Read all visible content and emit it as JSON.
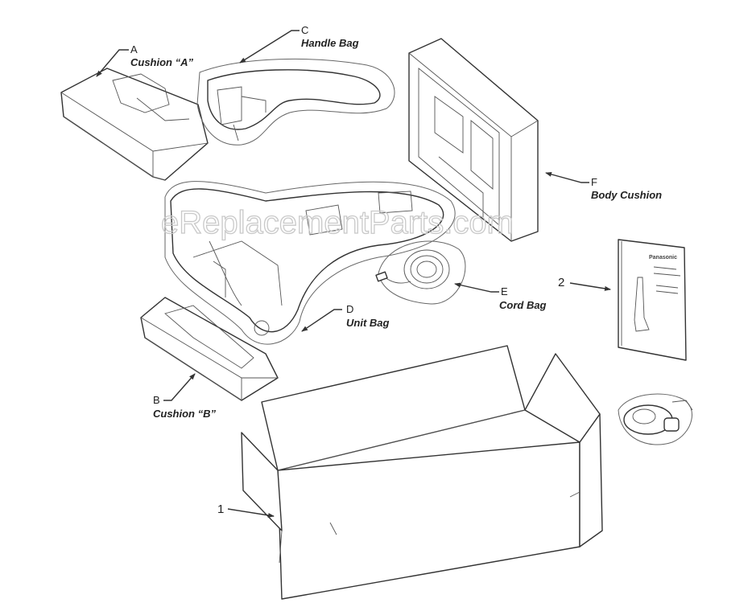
{
  "watermark": "eReplacementParts.com",
  "callouts": [
    {
      "id": "A",
      "letter": "A",
      "label": "Cushion “A”"
    },
    {
      "id": "B",
      "letter": "B",
      "label": "Cushion “B”"
    },
    {
      "id": "C",
      "letter": "C",
      "label": "Handle Bag"
    },
    {
      "id": "D",
      "letter": "D",
      "label": "Unit Bag"
    },
    {
      "id": "E",
      "letter": "E",
      "label": "Cord Bag"
    },
    {
      "id": "F",
      "letter": "F",
      "label": "Body Cushion"
    }
  ],
  "numbers": {
    "box": "1",
    "manual": "2"
  },
  "manual_brand": "Panasonic"
}
